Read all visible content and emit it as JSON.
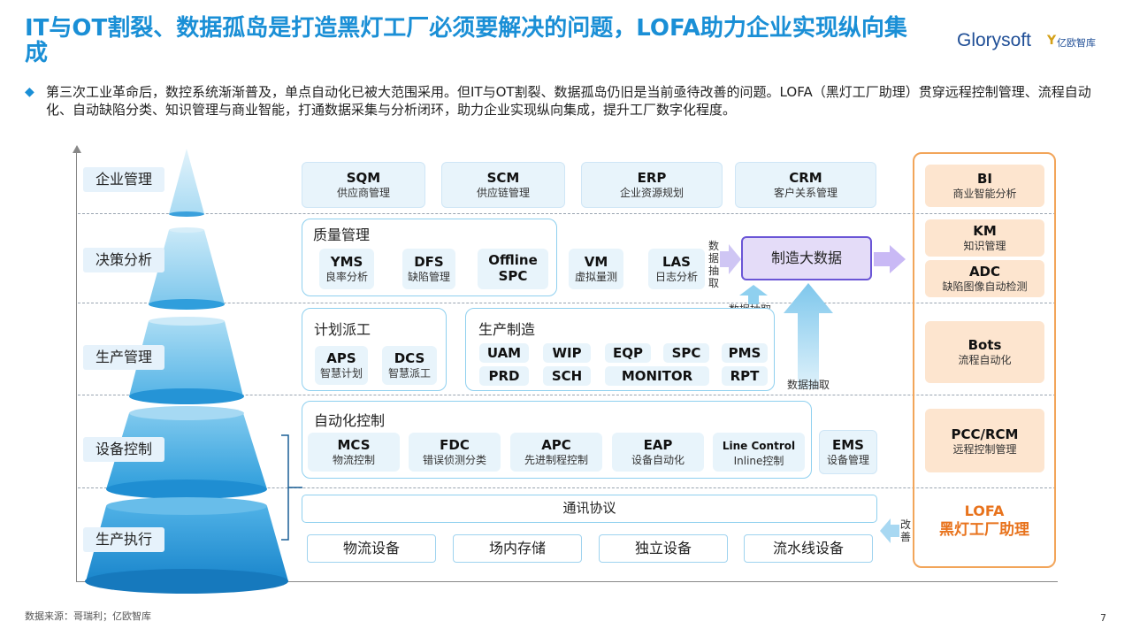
{
  "title": "IT与OT割裂、数据孤岛是打造黑灯工厂必须要解决的问题，LOFA助力企业实现纵向集成",
  "logo": {
    "brand": "Glorysoft",
    "partner": "亿欧智库"
  },
  "intro": "第三次工业革命后，数控系统渐渐普及，单点自动化已被大范围采用。但IT与OT割裂、数据孤岛仍旧是当前亟待改善的问题。LOFA（黑灯工厂助理）贯穿远程控制管理、流程自动化、自动缺陷分类、知识管理与商业智能，打通数据采集与分析闭环，助力企业实现纵向集成，提升工厂数字化程度。",
  "levels": [
    "企业管理",
    "决策分析",
    "生产管理",
    "设备控制",
    "生产执行"
  ],
  "enterprise": [
    {
      "code": "SQM",
      "name": "供应商管理"
    },
    {
      "code": "SCM",
      "name": "供应链管理"
    },
    {
      "code": "ERP",
      "name": "企业资源规划"
    },
    {
      "code": "CRM",
      "name": "客户关系管理"
    }
  ],
  "quality": {
    "title": "质量管理",
    "items": [
      {
        "code": "YMS",
        "name": "良率分析"
      },
      {
        "code": "DFS",
        "name": "缺陷管理"
      },
      {
        "code": "Offline",
        "name": "SPC"
      }
    ]
  },
  "decision_extra": [
    {
      "code": "VM",
      "name": "虚拟量测"
    },
    {
      "code": "LAS",
      "name": "日志分析"
    }
  ],
  "data_extract_vertical": "数据抽取",
  "data_extract_1": "数据抽取",
  "data_extract_2": "数据抽取",
  "bigdata": "制造大数据",
  "planning": {
    "title": "计划派工",
    "items": [
      {
        "code": "APS",
        "name": "智慧计划"
      },
      {
        "code": "DCS",
        "name": "智慧派工"
      }
    ]
  },
  "production": {
    "title": "生产制造",
    "row1": [
      "UAM",
      "WIP",
      "EQP",
      "SPC",
      "PMS"
    ],
    "row2": [
      "PRD",
      "SCH",
      "MONITOR",
      "RPT"
    ]
  },
  "automation": {
    "title": "自动化控制",
    "items": [
      {
        "code": "MCS",
        "name": "物流控制"
      },
      {
        "code": "FDC",
        "name": "错误侦测分类"
      },
      {
        "code": "APC",
        "name": "先进制程控制"
      },
      {
        "code": "EAP",
        "name": "设备自动化"
      },
      {
        "code": "Line Control",
        "name": "Inline控制"
      }
    ]
  },
  "ems": {
    "code": "EMS",
    "name": "设备管理"
  },
  "protocol": "通讯协议",
  "equipment": [
    "物流设备",
    "场内存储",
    "独立设备",
    "流水线设备"
  ],
  "improve": "改善",
  "lofa_boxes": [
    {
      "code": "BI",
      "name": "商业智能分析"
    },
    {
      "code": "KM",
      "name": "知识管理"
    },
    {
      "code": "ADC",
      "name": "缺陷图像自动检测"
    },
    {
      "code": "Bots",
      "name": "流程自动化"
    },
    {
      "code": "PCC/RCM",
      "name": "远程控制管理"
    }
  ],
  "lofa_label": {
    "line1": "LOFA",
    "line2": "黑灯工厂助理"
  },
  "source": "数据来源：哥瑞利；亿欧智库",
  "page_number": "7",
  "colors": {
    "title": "#1a8fd6",
    "cone_light": "#bfe3f6",
    "cone_dark": "#1a8fd6",
    "lofa_orange": "#e8731d",
    "lofa_box": "#fde5cf",
    "bigdata_border": "#6a55d6"
  }
}
